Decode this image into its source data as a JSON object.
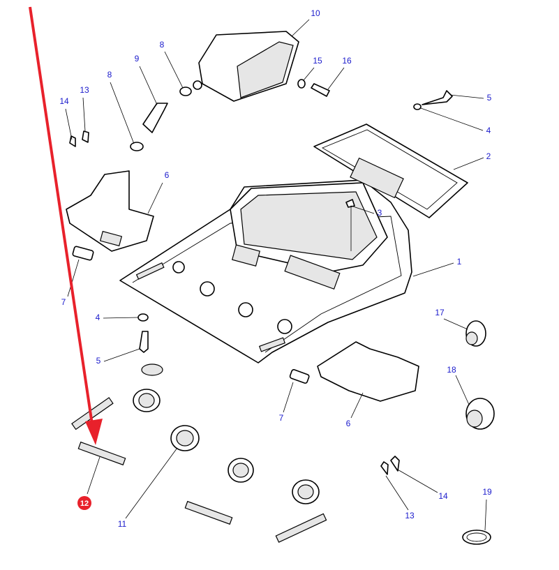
{
  "highlight_color": "#e8212b",
  "label_color": "#1a1acc",
  "highlighted_part": "12",
  "callouts": [
    {
      "id": "c10",
      "label": "10"
    },
    {
      "id": "c8a",
      "label": "8"
    },
    {
      "id": "c9",
      "label": "9"
    },
    {
      "id": "c15",
      "label": "15"
    },
    {
      "id": "c16",
      "label": "16"
    },
    {
      "id": "c8b",
      "label": "8"
    },
    {
      "id": "c13a",
      "label": "13"
    },
    {
      "id": "c14a",
      "label": "14"
    },
    {
      "id": "c5a",
      "label": "5"
    },
    {
      "id": "c4a",
      "label": "4"
    },
    {
      "id": "c2",
      "label": "2"
    },
    {
      "id": "c6a",
      "label": "6"
    },
    {
      "id": "c3",
      "label": "3"
    },
    {
      "id": "c1",
      "label": "1"
    },
    {
      "id": "c7a",
      "label": "7"
    },
    {
      "id": "c4b",
      "label": "4"
    },
    {
      "id": "c17",
      "label": "17"
    },
    {
      "id": "c5b",
      "label": "5"
    },
    {
      "id": "c18",
      "label": "18"
    },
    {
      "id": "c7b",
      "label": "7"
    },
    {
      "id": "c6b",
      "label": "6"
    },
    {
      "id": "c14b",
      "label": "14"
    },
    {
      "id": "c19",
      "label": "19"
    },
    {
      "id": "c11",
      "label": "11"
    },
    {
      "id": "c13b",
      "label": "13"
    },
    {
      "id": "c12",
      "label": "12"
    }
  ]
}
